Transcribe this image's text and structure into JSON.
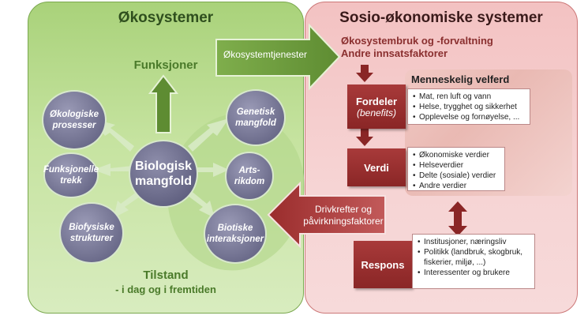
{
  "left_panel": {
    "title": "Økosystemer",
    "functions_label": "Funksjoner",
    "state_label": "Tilstand",
    "state_sub": "- i dag og i fremtiden",
    "center": "Biologisk mangfold",
    "circles": [
      {
        "label": "Økologiske prosesser"
      },
      {
        "label": "Funksjonelle trekk"
      },
      {
        "label": "Biofysiske strukturer"
      },
      {
        "label": "Genetisk mangfold"
      },
      {
        "label": "Arts-rikdom"
      },
      {
        "label": "Biotiske interaksjoner"
      }
    ]
  },
  "right_panel": {
    "title": "Sosio-økonomiske systemer",
    "top_text_1": "Økosystembruk og -forvaltning",
    "top_text_2": "Andre innsatsfaktorer",
    "welfare_title": "Menneskelig velferd",
    "fordeler": {
      "label": "Fordeler",
      "sub": "(benefits)"
    },
    "fordeler_items": [
      "Mat, ren luft og vann",
      "Helse, trygghet og sikkerhet",
      "Opplevelse og fornøyelse, ..."
    ],
    "verdi": {
      "label": "Verdi"
    },
    "verdi_items": [
      "Økonomiske verdier",
      "Helseverdier",
      "Delte (sosiale) verdier",
      "Andre verdier"
    ],
    "respons": {
      "label": "Respons"
    },
    "respons_items": [
      "Institusjoner, næringsliv",
      "Politikk (landbruk, skogbruk, fiskerier, miljø, ...)",
      "Interessenter og brukere"
    ]
  },
  "arrows": {
    "services": "Økosystemtjenester",
    "drivers": "Drivkrefter og påvirkningsfaktorer"
  },
  "colors": {
    "green_panel": "#b9da8e",
    "red_panel": "#f4c8c8",
    "green_text": "#4a7a2a",
    "maroon": "#8a2f2f"
  }
}
